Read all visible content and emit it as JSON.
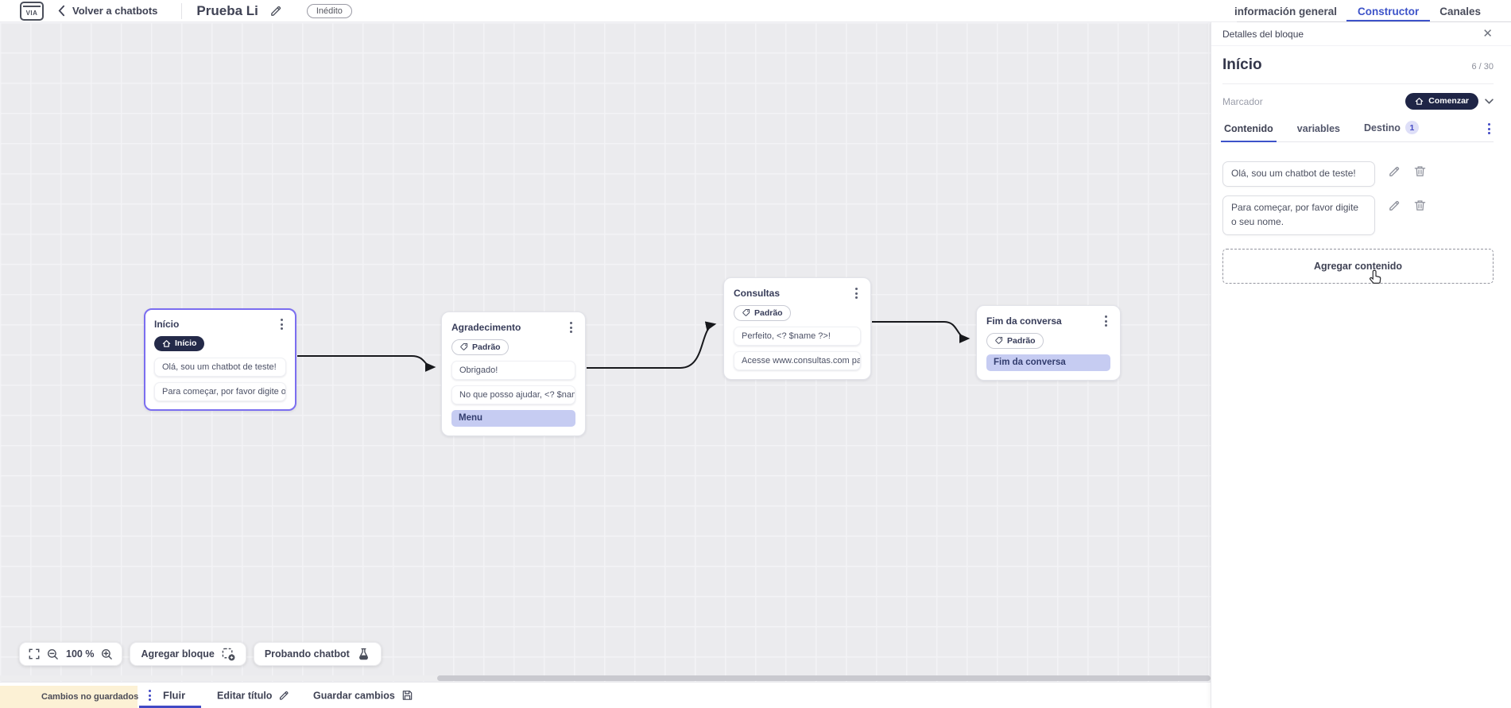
{
  "app": {
    "logo_text": "VIA"
  },
  "header": {
    "back_label": "Volver a chatbots",
    "title": "Prueba Li",
    "status_badge": "Inédito",
    "tabs": [
      {
        "label": "información general",
        "active": false
      },
      {
        "label": "Constructor",
        "active": true
      },
      {
        "label": "Canales",
        "active": false
      }
    ]
  },
  "canvas": {
    "zoom_level": "100 %",
    "toolbar": {
      "add_block_label": "Agregar bloque",
      "test_label": "Probando chatbot"
    },
    "nodes": [
      {
        "title": "Início",
        "badge": "Início",
        "messages": [
          "Olá, sou um chatbot de teste!",
          "Para começar, por favor digite o ..."
        ]
      },
      {
        "title": "Agradecimento",
        "badge": "Padrão",
        "messages": [
          "Obrigado!",
          "No que posso ajudar, <? $name ..."
        ],
        "action": "Menu"
      },
      {
        "title": "Consultas",
        "badge": "Padrão",
        "messages": [
          "Perfeito, <? $name ?>!",
          "Acesse www.consultas.com par..."
        ]
      },
      {
        "title": "Fim da conversa",
        "badge": "Padrão",
        "action": "Fim da conversa"
      }
    ]
  },
  "panel": {
    "header": "Detalles del bloque",
    "block_title": "Início",
    "title_counter": "6 / 30",
    "marker_label": "Marcador",
    "marker_value": "Comenzar",
    "tabs": {
      "content": "Contenido",
      "variables": "variables",
      "destination": "Destino",
      "destination_count": "1"
    },
    "contents": [
      "Olá, sou um chatbot de teste!",
      "Para começar, por favor digite o seu nome."
    ],
    "add_content_label": "Agregar contenido"
  },
  "footer": {
    "unsaved_label": "Cambios no guardados",
    "flow_tab": "Fluir",
    "edit_title_label": "Editar título",
    "save_label": "Guardar cambios"
  },
  "icons": {
    "close": "✕"
  },
  "colors": {
    "accent_blue": "#3d53c9",
    "selected_purple": "#7b6ef0",
    "dark_navy": "#1f2546",
    "lavender": "#c6ccf2",
    "warning_bg": "#fcf1d5",
    "warning": "#e2a93a"
  }
}
